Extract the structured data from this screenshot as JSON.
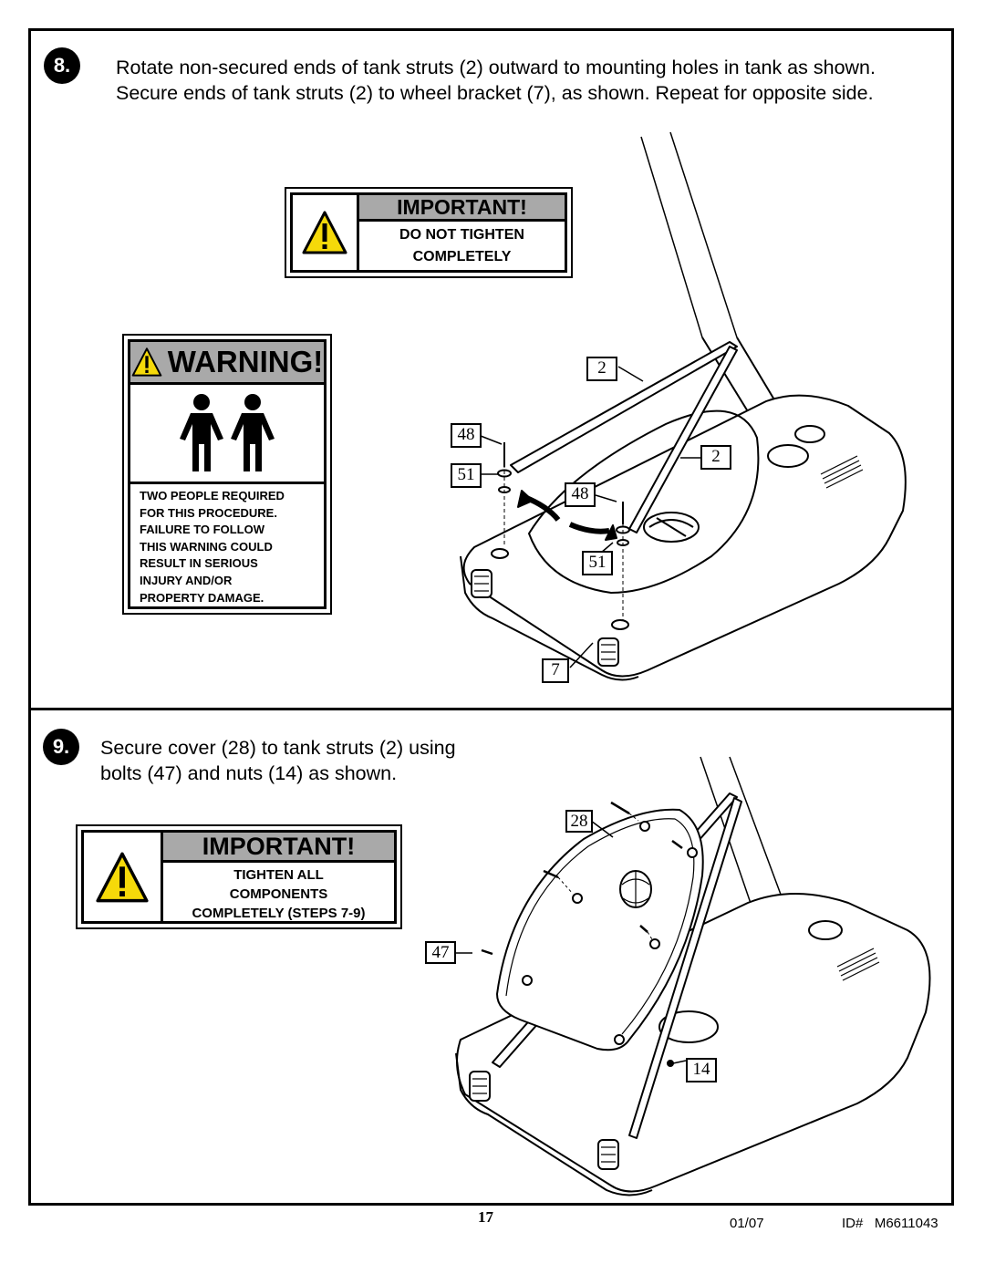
{
  "step8": {
    "number": "8.",
    "instruction": "Rotate non-secured ends of tank struts (2) outward to mounting holes in tank as shown.  Secure ends of tank struts (2) to wheel bracket (7), as shown.  Repeat for opposite side.",
    "important_sign": {
      "title": "IMPORTANT!",
      "line1": "DO NOT TIGHTEN",
      "line2": "COMPLETELY"
    },
    "warning_sign": {
      "title": "WARNING!",
      "lines": [
        "TWO PEOPLE REQUIRED",
        "FOR THIS PROCEDURE.",
        "FAILURE TO FOLLOW",
        "THIS WARNING COULD",
        "RESULT IN SERIOUS",
        "INJURY AND/OR",
        "PROPERTY DAMAGE."
      ]
    },
    "callouts": {
      "strut_top": "2",
      "bolt_left": "48",
      "washer_left": "51",
      "strut_right": "2",
      "bolt_right": "48",
      "washer_right": "51",
      "wheel_bracket": "7"
    }
  },
  "step9": {
    "number": "9.",
    "instruction_line1": "Secure cover (28) to tank struts (2) using",
    "instruction_line2": "bolts (47) and nuts (14) as shown.",
    "important_sign": {
      "title": "IMPORTANT!",
      "line1": "TIGHTEN ALL",
      "line2": "COMPONENTS",
      "line3": "COMPLETELY (STEPS 7-9)"
    },
    "callouts": {
      "cover": "28",
      "bolt": "47",
      "nut": "14"
    }
  },
  "footer": {
    "page_number": "17",
    "date": "01/07",
    "id": "ID#   M6611043"
  },
  "colors": {
    "sign_header": "#a9a9a9",
    "warning_yellow": "#f5d90a",
    "ink": "#000000"
  }
}
